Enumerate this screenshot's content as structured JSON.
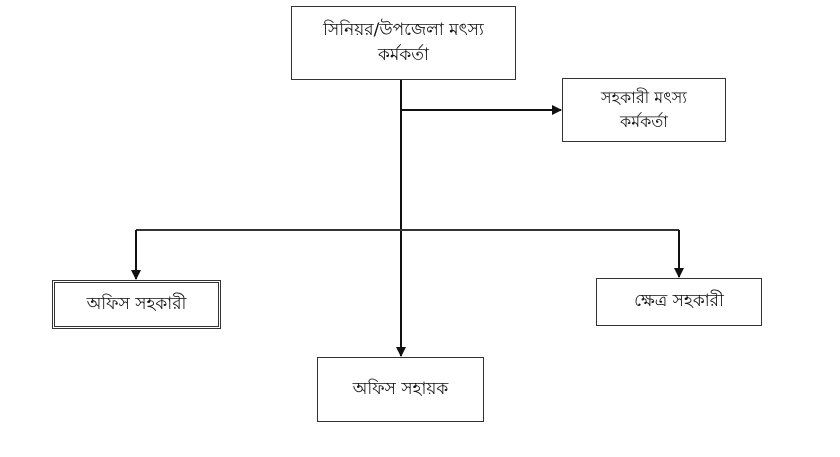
{
  "nodes": {
    "senior_officer": {
      "line1": "সিনিয়র/উপজেলা মৎস্য",
      "line2": "কর্মকর্তা"
    },
    "assistant_fisheries_officer": {
      "line1": "সহকারী মৎস্য",
      "line2": "কর্মকর্তা"
    },
    "office_assistant": {
      "label": "অফিস সহকারী"
    },
    "field_assistant": {
      "label": "ক্ষেত্র সহকারী"
    },
    "office_helper": {
      "label": "অফিস সহায়ক"
    }
  }
}
